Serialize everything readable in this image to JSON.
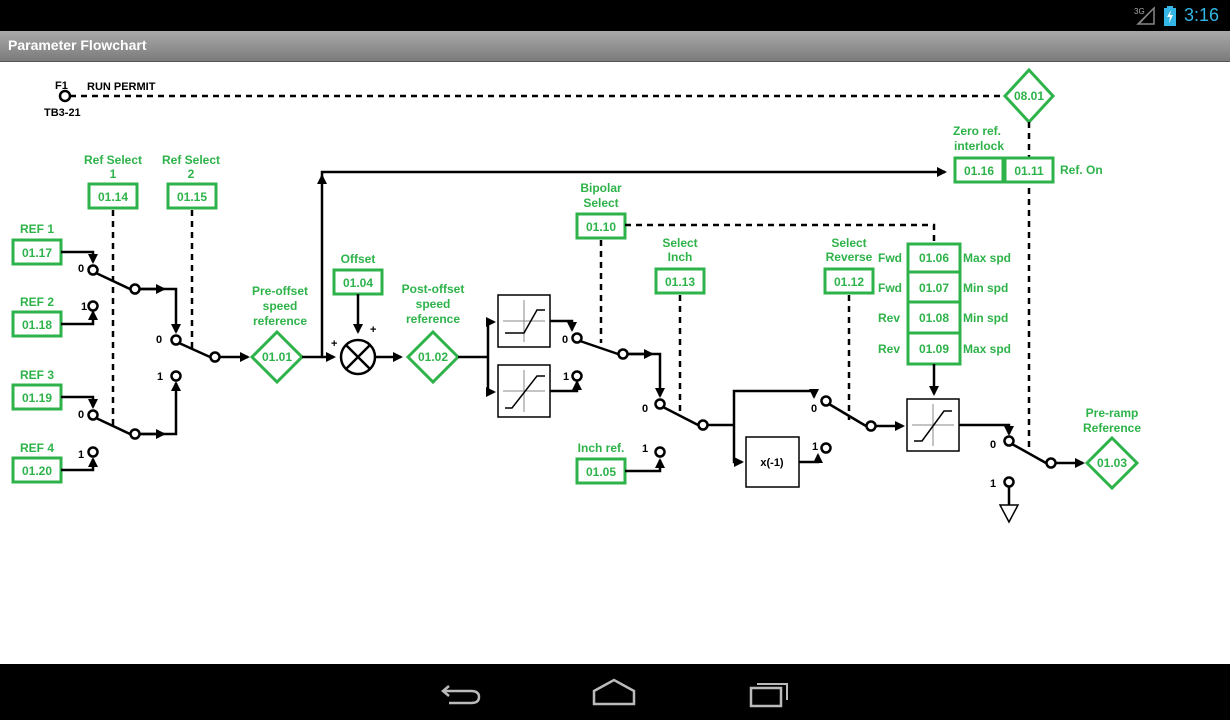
{
  "status": {
    "time": "3:16",
    "network": "3G"
  },
  "app": {
    "title": "Parameter Flowchart"
  },
  "diagram": {
    "f1": "F1",
    "run_permit": "RUN PERMIT",
    "tb3": "TB3-21",
    "p0801": "08.01",
    "zero_ref_1": "Zero ref.",
    "zero_ref_2": "interlock",
    "p0116": "01.16",
    "p0111": "01.11",
    "ref_on": "Ref. On",
    "ref_select1_a": "Ref Select",
    "ref_select1_b": "1",
    "ref_select2_a": "Ref Select",
    "ref_select2_b": "2",
    "p0114": "01.14",
    "p0115": "01.15",
    "ref1": "REF 1",
    "ref2": "REF 2",
    "ref3": "REF 3",
    "ref4": "REF 4",
    "p0117": "01.17",
    "p0118": "01.18",
    "p0119": "01.19",
    "p0120": "01.20",
    "pre_offset_1": "Pre-offset",
    "pre_offset_2": "speed",
    "pre_offset_3": "reference",
    "p0101": "01.01",
    "offset": "Offset",
    "p0104": "01.04",
    "post_offset_1": "Post-offset",
    "post_offset_2": "speed",
    "post_offset_3": "reference",
    "p0102": "01.02",
    "bipolar_1": "Bipolar",
    "bipolar_2": "Select",
    "p0110": "01.10",
    "select_inch_1": "Select",
    "select_inch_2": "Inch",
    "p0113": "01.13",
    "inch_ref": "Inch ref.",
    "p0105": "01.05",
    "select_rev_1": "Select",
    "select_rev_2": "Reverse",
    "p0112": "01.12",
    "negate": "x(-1)",
    "fwd": "Fwd",
    "rev": "Rev",
    "p0106": "01.06",
    "p0107": "01.07",
    "p0108": "01.08",
    "p0109": "01.09",
    "max_spd": "Max spd",
    "min_spd": "Min spd",
    "pre_ramp_1": "Pre-ramp",
    "pre_ramp_2": "Reference",
    "p0103": "01.03",
    "zero": "0",
    "one": "1",
    "plus": "+"
  }
}
